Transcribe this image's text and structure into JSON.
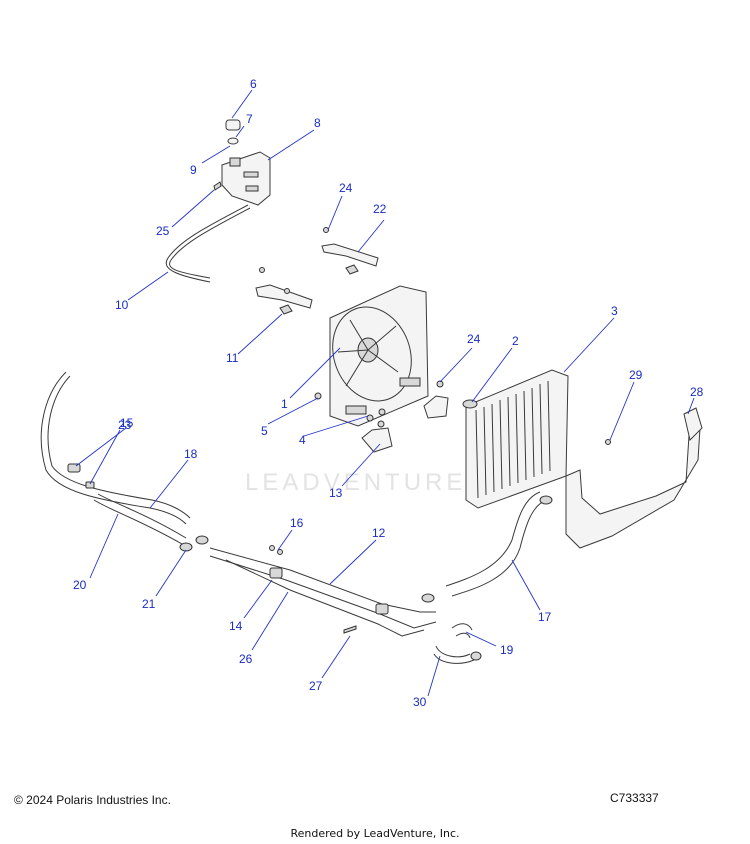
{
  "watermark": "LEADVENTURE",
  "footer": {
    "copyright": "© 2024 Polaris Industries Inc.",
    "figure_code": "C733337",
    "rendered_by": "Rendered by LeadVenture, Inc."
  },
  "callouts": {
    "c1": "1",
    "c2": "2",
    "c3": "3",
    "c5": "5",
    "c4": "4",
    "c6": "6",
    "c7": "7",
    "c8": "8",
    "c9": "9",
    "c10": "10",
    "c11": "11",
    "c12": "12",
    "c13": "13",
    "c14": "14",
    "c15": "15",
    "c16": "16",
    "c17": "17",
    "c18": "18",
    "c19": "19",
    "c20": "20",
    "c21": "21",
    "c22": "22",
    "c23": "23",
    "c24a": "24",
    "c24b": "24",
    "c25": "25",
    "c26": "26",
    "c27": "27",
    "c28": "28",
    "c29": "29",
    "c30": "30"
  }
}
